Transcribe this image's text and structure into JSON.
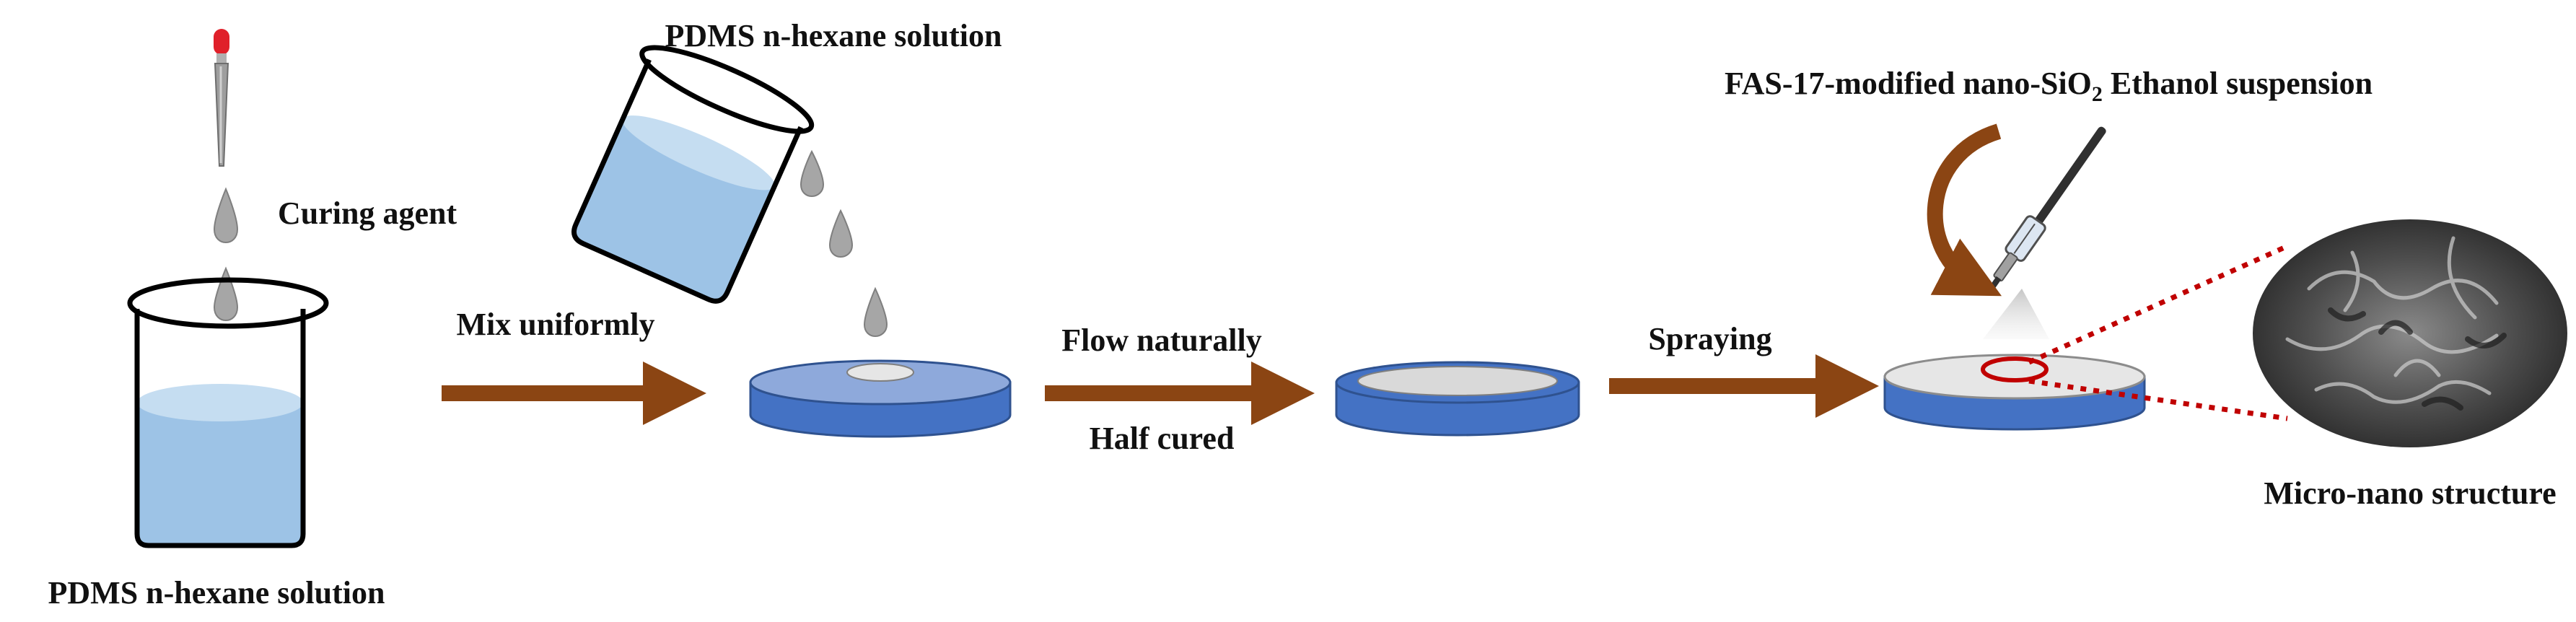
{
  "labels": {
    "pdms_bottom": "PDMS n-hexane solution",
    "curing_agent": "Curing agent",
    "pdms_top": "PDMS n-hexane solution",
    "mix_uniformly": "Mix uniformly",
    "flow_naturally": "Flow naturally",
    "half_cured": "Half cured",
    "spraying": "Spraying",
    "fas_prefix": "FAS-17-modified nano-SiO",
    "fas_subscript": "2",
    "fas_suffix": " Ethanol suspension",
    "micro_nano": "Micro-nano structure"
  },
  "colors": {
    "arrow": "#8B4513",
    "disc_blue": "#4472C4",
    "disc_top": "#8EA9DB",
    "liquid": "#9DC3E6",
    "liquid_light": "#C5DDF1",
    "drop": "#A6A6A6",
    "coating": "#D9D9D9",
    "highlight_ring": "#C00000",
    "pipette_tip": "#E0202A"
  }
}
